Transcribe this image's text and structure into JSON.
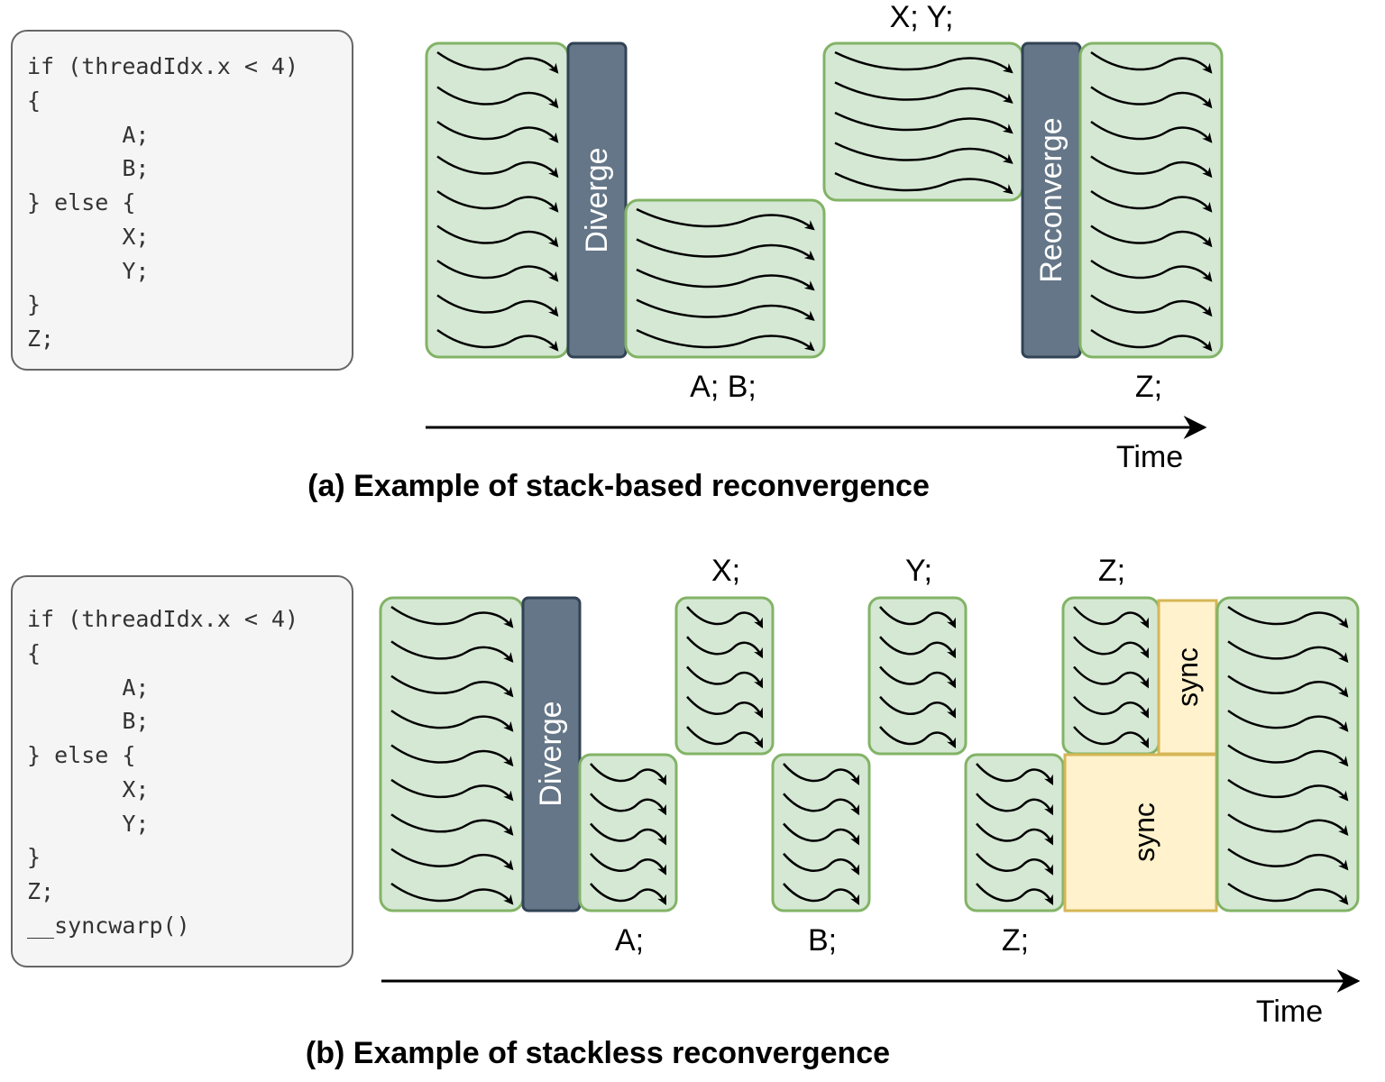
{
  "panel_a": {
    "code": [
      "if (threadIdx.x < 4)",
      "{",
      "       A;",
      "       B;",
      "} else {",
      "       X;",
      "       Y;",
      "}",
      "Z;"
    ],
    "diverge_label": "Diverge",
    "reconverge_label": "Reconverge",
    "label_xy": "X; Y;",
    "label_ab": "A; B;",
    "label_z": "Z;",
    "time_label": "Time",
    "caption": "(a) Example of stack-based reconvergence"
  },
  "panel_b": {
    "code": [
      "if (threadIdx.x < 4)",
      "{",
      "       A;",
      "       B;",
      "} else {",
      "       X;",
      "       Y;",
      "}",
      "Z;",
      "__syncwarp()"
    ],
    "diverge_label": "Diverge",
    "label_x": "X;",
    "label_y": "Y;",
    "label_z_top": "Z;",
    "label_a": "A;",
    "label_b": "B;",
    "label_z_bottom": "Z;",
    "sync_label_top": "sync",
    "sync_label_bottom": "sync",
    "time_label": "Time",
    "caption": "(b) Example of stackless reconvergence"
  },
  "colors": {
    "thread_fill": "#d5e8d4",
    "thread_stroke": "#82b366",
    "bar_fill": "#647687",
    "bar_stroke": "#314354",
    "sync_fill": "#fff2cc",
    "sync_stroke": "#d6b656"
  }
}
